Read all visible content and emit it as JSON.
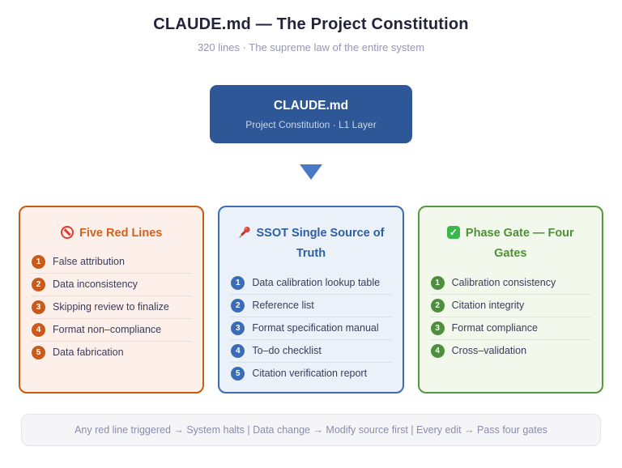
{
  "header": {
    "title": "CLAUDE.md — The Project Constitution",
    "subtitle": "320 lines · The supreme law of the entire system"
  },
  "root_node": {
    "title": "CLAUDE.md",
    "subtitle": "Project Constitution · L1 Layer",
    "bg_color": "#2d5796"
  },
  "arrow": {
    "icon": "triangle-down-icon",
    "color": "#4a7ac6"
  },
  "panels": [
    {
      "icon": "prohibited-icon",
      "title": "Five Red Lines",
      "accent_color": "#d4601a",
      "border_color": "#c75c10",
      "bg_color": "#fdf0ea",
      "badge_color": "#cb5a1a",
      "divider_color": "#eedbd1",
      "items": [
        "False attribution",
        "Data inconsistency",
        "Skipping review to finalize",
        "Format non–compliance",
        "Data fabrication"
      ]
    },
    {
      "icon": "pushpin-icon",
      "title": "SSOT Single Source of Truth",
      "accent_color": "#2e5ea6",
      "border_color": "#3e6cb0",
      "bg_color": "#eaf1f9",
      "badge_color": "#3a6cb8",
      "divider_color": "#d9e2f0",
      "items": [
        "Data calibration lookup table",
        "Reference list",
        "Format specification manual",
        "To–do checklist",
        "Citation verification report"
      ]
    },
    {
      "icon": "check-mark-icon",
      "title": "Phase Gate — Four Gates",
      "accent_color": "#4e9136",
      "border_color": "#569942",
      "bg_color": "#f2f8ec",
      "badge_color": "#4e8f3e",
      "divider_color": "#dcead4",
      "items": [
        "Calibration consistency",
        "Citation integrity",
        "Format compliance",
        "Cross–validation"
      ]
    }
  ],
  "footer": {
    "text": "Any red line triggered → System halts | Data change → Modify source first | Every edit → Pass four gates"
  }
}
